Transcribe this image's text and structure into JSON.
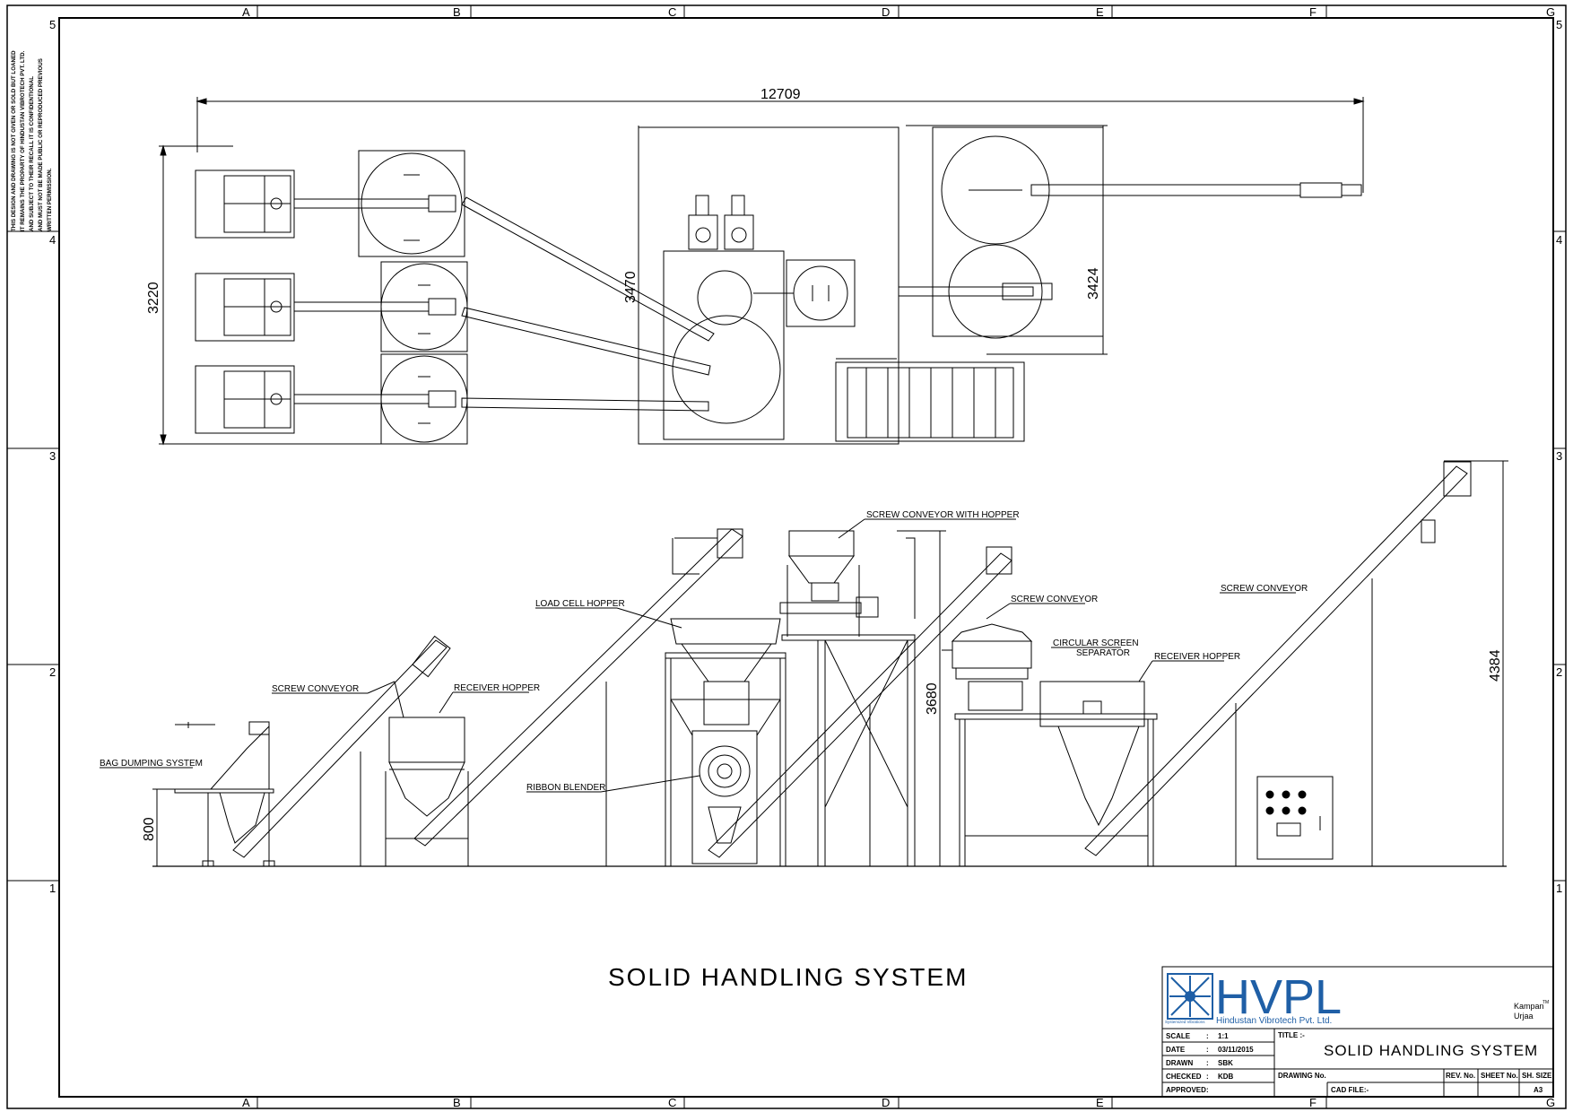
{
  "sheet": {
    "zone_columns": [
      "A",
      "B",
      "C",
      "D",
      "E",
      "F",
      "G"
    ],
    "zone_rows": [
      "5",
      "4",
      "3",
      "2",
      "1"
    ],
    "notice_lines": [
      "THIS DESIGN AND DRAWING IS NOT GIVEN OR SOLD BUT LOANED",
      "IT REMAINS THE PROPARTY OF HINDUSTAN VIBROTECH PVT. LTD.",
      "AND SUBJECT TO THEIR RECALL IT IS CONFIDENTIONAL",
      "AND MUST NOT BE MADE PUBLIC OR REPRODUCED PREVIOUS",
      "WRITTEN PERMISSION."
    ]
  },
  "plan_view": {
    "dimensions": {
      "overall_length": "12709",
      "left_height": "3220",
      "mid_height": "3470",
      "right_height": "3424"
    }
  },
  "elevation_view": {
    "labels": {
      "bag_dumping": "BAG DUMPING SYSTEM",
      "screw_conveyor_1": "SCREW CONVEYOR",
      "receiver_hopper_1": "RECEIVER HOPPER",
      "load_cell_hopper": "LOAD CELL HOPPER",
      "ribbon_blender": "RIBBON BLENDER",
      "screw_conveyor_hopper": "SCREW CONVEYOR WITH HOPPER",
      "screw_conveyor_2": "SCREW CONVEYOR",
      "circular_screen_1": "CIRCULAR SCREEN",
      "circular_screen_2": "SEPARATOR",
      "receiver_hopper_2": "RECEIVER HOPPER",
      "screw_conveyor_3": "SCREW CONVEYOR"
    },
    "dimensions": {
      "bag_height": "800",
      "mid_height": "3680",
      "right_height": "4384"
    }
  },
  "drawing_title": "SOLID HANDLING SYSTEM",
  "title_block": {
    "logo_text": "HVPL",
    "logo_subtitle": "Hindustan Vibrotech Pvt. Ltd.",
    "logo_tagline": "Systemized Vibrations",
    "brand_line1": "Kampan",
    "brand_tm": "TM",
    "brand_line2": "Urjaa",
    "rows": [
      {
        "label": "SCALE",
        "value": "1:1"
      },
      {
        "label": "DATE",
        "value": "03/11/2015"
      },
      {
        "label": "DRAWN",
        "value": "SBK"
      },
      {
        "label": "CHECKED",
        "value": "KDB"
      },
      {
        "label": "APPROVED",
        "value": ""
      }
    ],
    "title_label": "TITLE :-",
    "title_value": "SOLID HANDLING SYSTEM",
    "drawing_no_label": "DRAWING No.",
    "rev_label": "REV. No.",
    "sheet_label": "SHEET No.",
    "size_label": "SH. SIZE",
    "size_value": "A3",
    "cad_label": "CAD FILE:-"
  },
  "colors": {
    "line": "#000000",
    "logo_blue": "#1f5fa6"
  }
}
